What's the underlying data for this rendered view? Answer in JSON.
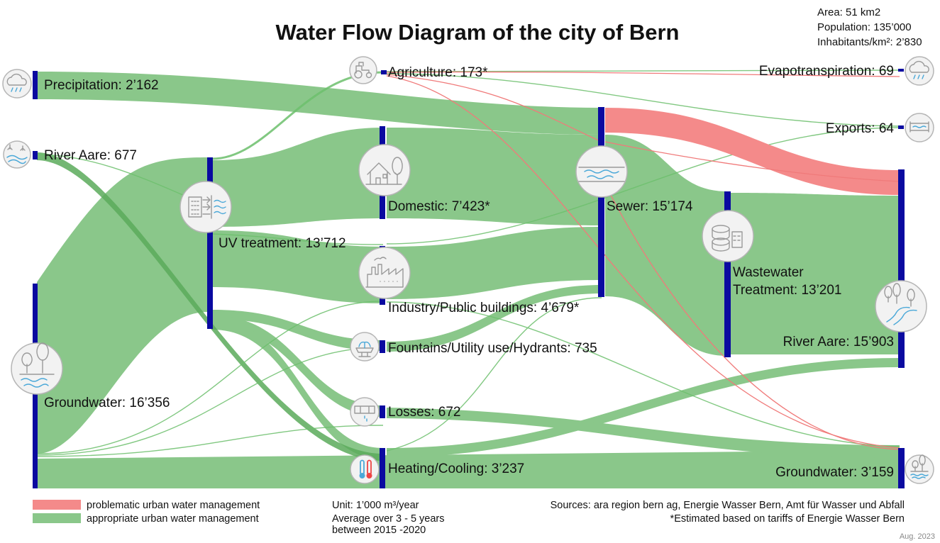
{
  "title": "Water Flow Diagram of the city of Bern",
  "info": {
    "area": "Area: 51 km2",
    "population": "Population: 135’000",
    "density": "Inhabitants/km²: 2’830"
  },
  "nodes": {
    "precipitation": "Precipitation: 2’162",
    "river_aare_in": "River Aare: 677",
    "groundwater_in": "Groundwater: 16’356",
    "uv_treatment": "UV treatment: 13’712",
    "agriculture": "Agriculture: 173*",
    "domestic": "Domestic: 7’423*",
    "industry": "Industry/Public buildings: 4’679*",
    "fountains": "Fountains/Utility use/Hydrants: 735",
    "losses": "Losses: 672",
    "heating": "Heating/Cooling: 3’237",
    "sewer": "Sewer: 15’174",
    "wastewater_line1": "Wastewater",
    "wastewater_line2": "Treatment: 13’201",
    "evapotranspiration": "Evapotranspiration: 69",
    "exports": "Exports: 64",
    "river_aare_out": "River Aare: 15’903",
    "groundwater_out": "Groundwater: 3’159"
  },
  "legend": {
    "problematic": "problematic urban water management",
    "appropriate": "appropriate urban water management",
    "problematic_color": "#f48a8a",
    "appropriate_color": "#8ac78a"
  },
  "unit": {
    "line1": "Unit: 1’000 m³/year",
    "line2": "Average over 3 - 5 years",
    "line3": "between 2015 -2020"
  },
  "sources": {
    "line1": "Sources: ara region bern ag, Energie Wasser Bern, Amt für Wasser und Abfall",
    "line2": "*Estimated based on tariffs of Energie Wasser Bern"
  },
  "date": "Aug. 2023",
  "colors": {
    "node_bar": "#0a0aa0",
    "flow_green": "#8ac78a",
    "flow_green_dark": "#5aaa5a",
    "flow_red": "#f48a8a",
    "icon_water": "#4aa8d8"
  },
  "icons": {
    "precipitation": "rain-cloud-icon",
    "river_aare_in": "river-icon",
    "groundwater_in": "trees-groundwater-icon",
    "uv_treatment": "uv-filter-icon",
    "agriculture": "tractor-icon",
    "domestic": "house-icon",
    "industry": "factory-icon",
    "fountains": "fountain-icon",
    "losses": "leaking-pipe-icon",
    "heating": "thermometer-icon",
    "sewer": "sewer-water-icon",
    "wastewater": "treatment-plant-icon",
    "evapotranspiration": "rain-cloud-icon",
    "exports": "export-pipe-icon",
    "river_aare_out": "river-forest-icon",
    "groundwater_out": "groundwater-icon"
  }
}
